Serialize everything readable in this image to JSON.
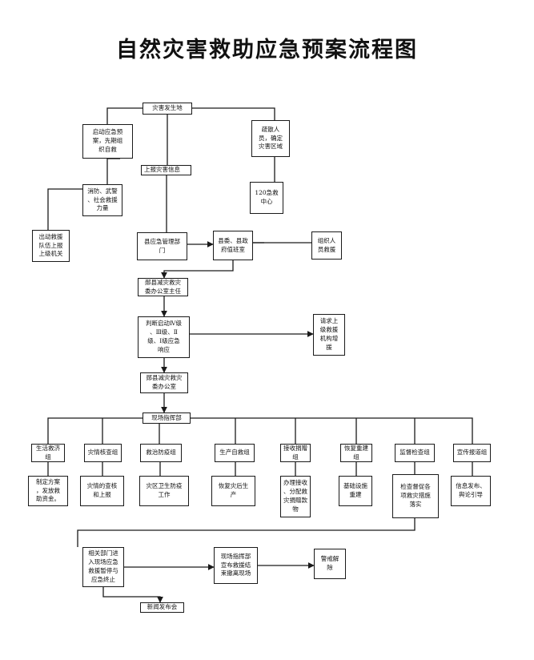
{
  "title": "自然灾害救助应急预案流程图",
  "nodes": {
    "occur": "灾害发生地",
    "start_plan": "启动应急预\n案，先期组\n织自救",
    "evacuate": "疏散人\n员，确定\n灾害区域",
    "report": "上报灾害信息",
    "rescue_force": "消防、武警\n、社会救援\n力量",
    "center120": "120急救\n中心",
    "dispatch": "出动救援\n队伍上报\n上级机关",
    "county_dept": "县应急管理部\n门",
    "duty_office": "县委、县政\n府值班室",
    "organize": "组织人\n员救援",
    "office_head": "郧县减灾救灾\n委办公室主任",
    "judge": "判断启动Ⅳ级\n、Ⅲ级、Ⅱ\n级、Ⅰ级应急\n响应",
    "request": "请求上\n级救援\n机构增\n援",
    "office": "郧县减灾救灾\n委办公室",
    "hq": "现场指挥部",
    "g1": "生活救济\n组",
    "g2": "灾情核查组",
    "g3": "救治防疫组",
    "g4": "生产自救组",
    "g5": "接收捐赠\n组",
    "g6": "恢复重建\n组",
    "g7": "监督检查组",
    "g8": "宣传报道组",
    "t1": "制定方案\n，发放救\n助资金。",
    "t2": "灾情的查核\n和上报",
    "t3": "灾区卫生防疫\n工作",
    "t4": "恢复灾后生\n产",
    "t5": "办理接收\n、分配救\n灾捐赠款\n物",
    "t6": "基础设施\n重建",
    "t7": "检查督促各\n项救灾措施\n落实",
    "t8": "信息发布、\n舆论引导",
    "summary": "相关部门进\n入现场应急\n救援暂停与\n应急终止",
    "announce": "现场指挥部\n宣布救援结\n束撤离现场",
    "lift": "警戒解\n除",
    "press": "新闻发布会"
  }
}
